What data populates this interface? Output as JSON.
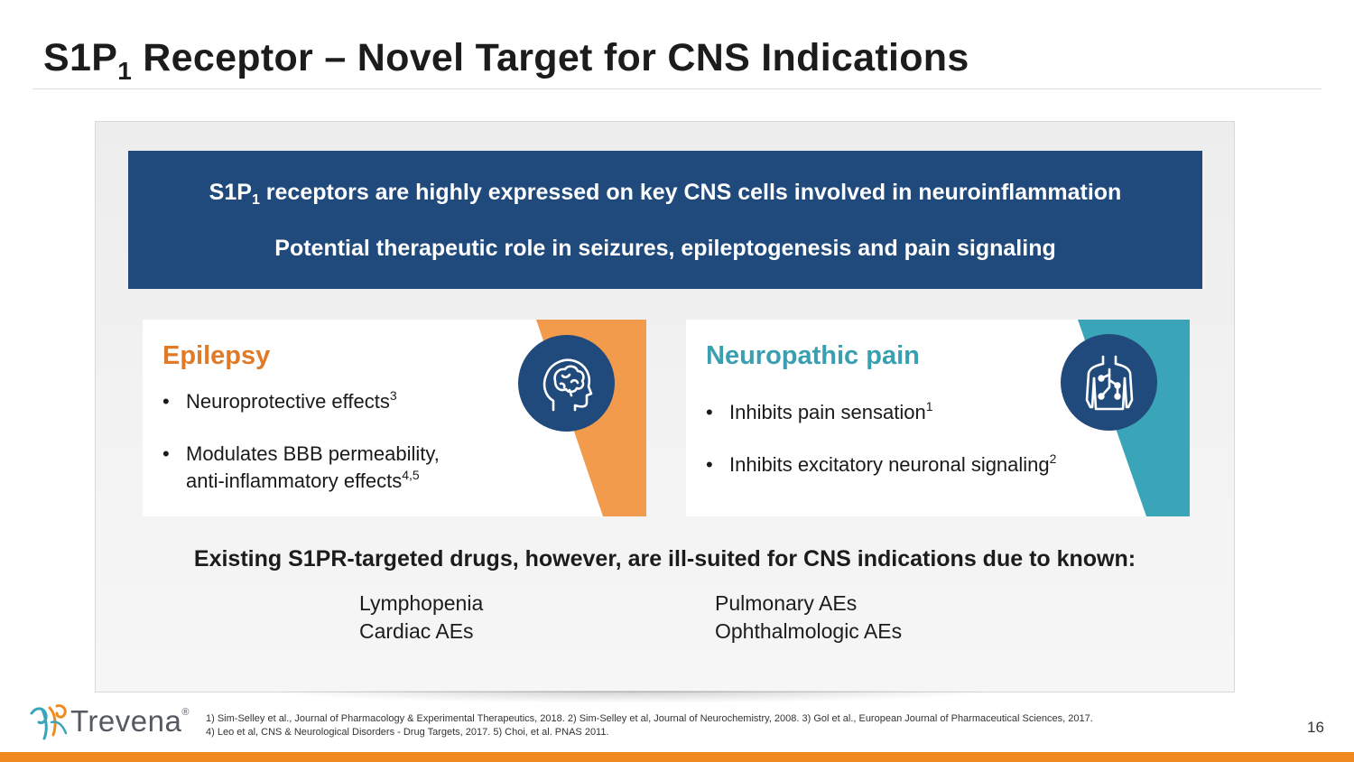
{
  "title": {
    "part1": "S1P",
    "sub": "1",
    "part2": " Receptor – Novel Target for CNS Indications"
  },
  "banner": {
    "line1_part1": "S1P",
    "line1_sub": "1",
    "line1_part2": " receptors are highly expressed on key CNS cells involved in neuroinflammation",
    "line2": "Potential therapeutic role in seizures, epileptogenesis and pain signaling"
  },
  "epilepsy": {
    "heading": "Epilepsy",
    "bullets": [
      {
        "text": "Neuroprotective effects",
        "sup": "3"
      },
      {
        "text_line1": "Modulates BBB permeability,",
        "text_line2": "anti-inflammatory effects",
        "sup": "4,5"
      }
    ],
    "icon": "brain-head-icon"
  },
  "neuropathic": {
    "heading": "Neuropathic pain",
    "bullets": [
      {
        "text": "Inhibits pain sensation",
        "sup": "1"
      },
      {
        "text": "Inhibits excitatory neuronal signaling",
        "sup": "2"
      }
    ],
    "icon": "body-nerves-icon"
  },
  "existing": {
    "statement": "Existing S1PR-targeted drugs, however, are ill-suited for CNS indications due to known:",
    "left_items": [
      "Lymphopenia",
      "Cardiac AEs"
    ],
    "right_items": [
      "Pulmonary AEs",
      "Ophthalmologic AEs"
    ]
  },
  "footer": {
    "logo_text": "Trevena",
    "logo_reg": "®",
    "ref_line1": "1) Sim-Selley et al., Journal of Pharmacology & Experimental Therapeutics, 2018. 2) Sim-Selley et al, Journal of Neurochemistry, 2008. 3) Gol et al., European Journal of Pharmaceutical Sciences, 2017.",
    "ref_line2": "4) Leo et al, CNS & Neurological Disorders - Drug Targets, 2017. 5) Choi, et al. PNAS 2011.",
    "page_number": "16"
  },
  "colors": {
    "navy": "#204a7c",
    "orange": "#f39b4c",
    "teal": "#3aa5b8",
    "epilepsy_heading": "#e07a26",
    "pain_heading": "#3a9fb1",
    "bottom_bar": "#f08a1e"
  }
}
